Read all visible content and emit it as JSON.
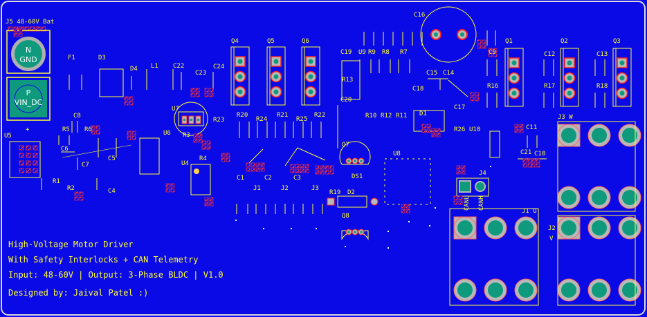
{
  "title_lines": [
    "High-Voltage Motor Driver",
    "With Safety Interlocks + CAN Telemetry",
    "Input: 48-60V | Output: 3-Phase BLDC | V1.0",
    "Designed by: Jaival Patel :)"
  ],
  "battery": {
    "header": "J5 48-60V Bat",
    "neg_letter": "N",
    "neg_text": "GND",
    "pos_letter": "P",
    "pos_text": "VIN_DC",
    "plus": "+"
  },
  "labels": [
    {
      "id": "U5",
      "text": "U5"
    },
    {
      "id": "F1",
      "text": "F1"
    },
    {
      "id": "D3",
      "text": "D3"
    },
    {
      "id": "D4",
      "text": "D4"
    },
    {
      "id": "L1",
      "text": "L1"
    },
    {
      "id": "C22",
      "text": "C22"
    },
    {
      "id": "C23",
      "text": "C23"
    },
    {
      "id": "C24",
      "text": "C24"
    },
    {
      "id": "C8",
      "text": "C8"
    },
    {
      "id": "R5",
      "text": "R5"
    },
    {
      "id": "R6",
      "text": "R6"
    },
    {
      "id": "C6",
      "text": "C6"
    },
    {
      "id": "C7",
      "text": "C7"
    },
    {
      "id": "C5",
      "text": "C5"
    },
    {
      "id": "R1",
      "text": "R1"
    },
    {
      "id": "R2",
      "text": "R2"
    },
    {
      "id": "C4",
      "text": "C4"
    },
    {
      "id": "U7",
      "text": "U7"
    },
    {
      "id": "U6",
      "text": "U6"
    },
    {
      "id": "R3",
      "text": "R3"
    },
    {
      "id": "R23",
      "text": "R23"
    },
    {
      "id": "U4",
      "text": "U4"
    },
    {
      "id": "R4",
      "text": "R4"
    },
    {
      "id": "Q4",
      "text": "Q4"
    },
    {
      "id": "Q5",
      "text": "Q5"
    },
    {
      "id": "Q6",
      "text": "Q6"
    },
    {
      "id": "R20",
      "text": "R20"
    },
    {
      "id": "R21",
      "text": "R21"
    },
    {
      "id": "R22",
      "text": "R22"
    },
    {
      "id": "R24",
      "text": "R24"
    },
    {
      "id": "R25",
      "text": "R25"
    },
    {
      "id": "C1",
      "text": "C1"
    },
    {
      "id": "J1a",
      "text": "J1"
    },
    {
      "id": "C2",
      "text": "C2"
    },
    {
      "id": "J2a",
      "text": "J2"
    },
    {
      "id": "C3",
      "text": "C3"
    },
    {
      "id": "J3a",
      "text": "J3"
    },
    {
      "id": "C19",
      "text": "C19"
    },
    {
      "id": "U9",
      "text": "U9"
    },
    {
      "id": "R9",
      "text": "R9"
    },
    {
      "id": "R8",
      "text": "R8"
    },
    {
      "id": "R7",
      "text": "R7"
    },
    {
      "id": "R13",
      "text": "R13"
    },
    {
      "id": "C20",
      "text": "C20"
    },
    {
      "id": "R10",
      "text": "R10"
    },
    {
      "id": "R12",
      "text": "R12"
    },
    {
      "id": "R11",
      "text": "R11"
    },
    {
      "id": "Q7",
      "text": "Q7"
    },
    {
      "id": "DS1",
      "text": "DS1"
    },
    {
      "id": "U8",
      "text": "U8"
    },
    {
      "id": "R19",
      "text": "R19"
    },
    {
      "id": "D2",
      "text": "D2"
    },
    {
      "id": "Q8",
      "text": "Q8"
    },
    {
      "id": "C16",
      "text": "C16"
    },
    {
      "id": "C15",
      "text": "C15"
    },
    {
      "id": "C14",
      "text": "C14"
    },
    {
      "id": "C18",
      "text": "C18"
    },
    {
      "id": "D1",
      "text": "D1"
    },
    {
      "id": "C17",
      "text": "C17"
    },
    {
      "id": "R26",
      "text": "R26"
    },
    {
      "id": "U10",
      "text": "U10"
    },
    {
      "id": "C9",
      "text": "C9"
    },
    {
      "id": "Q1",
      "text": "Q1"
    },
    {
      "id": "R16",
      "text": "R16"
    },
    {
      "id": "C12",
      "text": "C12"
    },
    {
      "id": "Q2",
      "text": "Q2"
    },
    {
      "id": "R17",
      "text": "R17"
    },
    {
      "id": "C13",
      "text": "C13"
    },
    {
      "id": "Q3",
      "text": "Q3"
    },
    {
      "id": "R18",
      "text": "R18"
    },
    {
      "id": "C11",
      "text": "C11"
    },
    {
      "id": "C21",
      "text": "C21"
    },
    {
      "id": "C10",
      "text": "C10"
    },
    {
      "id": "J4",
      "text": "J4"
    },
    {
      "id": "CANL",
      "text": "CANL"
    },
    {
      "id": "CANH",
      "text": "CANH"
    },
    {
      "id": "J3W",
      "text": "J3 W"
    },
    {
      "id": "J1U",
      "text": "J1 U"
    },
    {
      "id": "J2",
      "text": "J2"
    },
    {
      "id": "V",
      "text": "V"
    }
  ],
  "colors": {
    "board": "#0a0ae6",
    "silk": "#ffff33",
    "outline": "#ffffff",
    "pad": "#b8b8b8",
    "pad_core": "#0f9a7d",
    "ring": "#ff2020",
    "copper": "#ffd24a"
  }
}
